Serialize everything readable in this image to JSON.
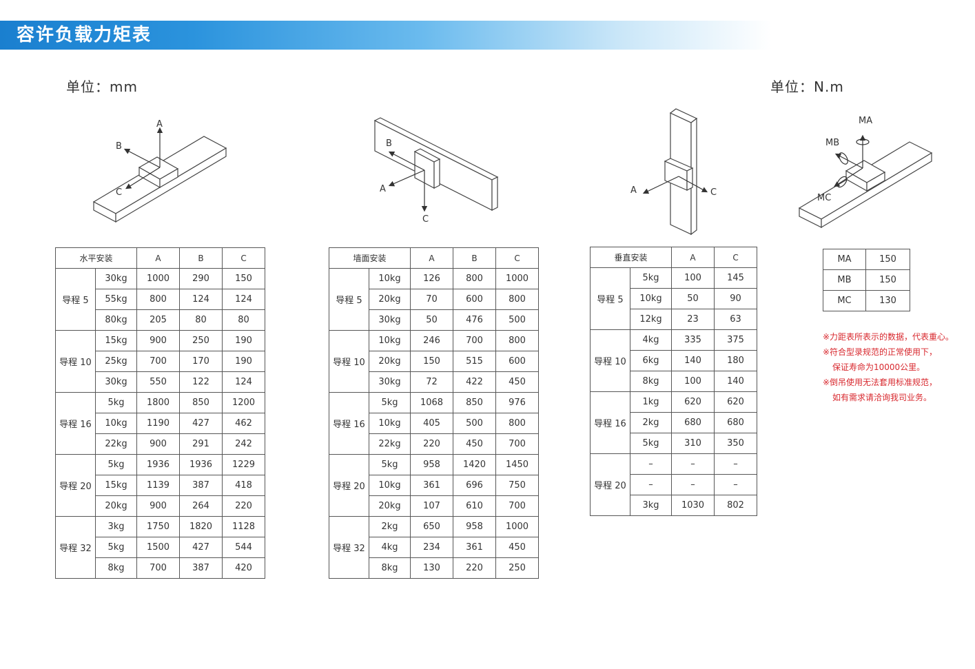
{
  "title": "容许负载力矩表",
  "unit_left": "单位：mm",
  "unit_right": "单位：N.m",
  "figures": {
    "horizontal": {
      "a": "A",
      "b": "B",
      "c": "C"
    },
    "wall": {
      "a": "A",
      "b": "B",
      "c": "C"
    },
    "vertical": {
      "a": "A",
      "c": "C"
    },
    "moment": {
      "ma": "MA",
      "mb": "MB",
      "mc": "MC"
    }
  },
  "tables": {
    "horizontal": {
      "header": [
        "水平安装",
        "A",
        "B",
        "C"
      ],
      "groups": [
        {
          "lead": "导程 5",
          "rows": [
            [
              "30kg",
              "1000",
              "290",
              "150"
            ],
            [
              "55kg",
              "800",
              "124",
              "124"
            ],
            [
              "80kg",
              "205",
              "80",
              "80"
            ]
          ]
        },
        {
          "lead": "导程 10",
          "rows": [
            [
              "15kg",
              "900",
              "250",
              "190"
            ],
            [
              "25kg",
              "700",
              "170",
              "190"
            ],
            [
              "30kg",
              "550",
              "122",
              "124"
            ]
          ]
        },
        {
          "lead": "导程 16",
          "rows": [
            [
              "5kg",
              "1800",
              "850",
              "1200"
            ],
            [
              "10kg",
              "1190",
              "427",
              "462"
            ],
            [
              "22kg",
              "900",
              "291",
              "242"
            ]
          ]
        },
        {
          "lead": "导程 20",
          "rows": [
            [
              "5kg",
              "1936",
              "1936",
              "1229"
            ],
            [
              "15kg",
              "1139",
              "387",
              "418"
            ],
            [
              "20kg",
              "900",
              "264",
              "220"
            ]
          ]
        },
        {
          "lead": "导程 32",
          "rows": [
            [
              "3kg",
              "1750",
              "1820",
              "1128"
            ],
            [
              "5kg",
              "1500",
              "427",
              "544"
            ],
            [
              "8kg",
              "700",
              "387",
              "420"
            ]
          ]
        }
      ]
    },
    "wall": {
      "header": [
        "墙面安装",
        "A",
        "B",
        "C"
      ],
      "groups": [
        {
          "lead": "导程 5",
          "rows": [
            [
              "10kg",
              "126",
              "800",
              "1000"
            ],
            [
              "20kg",
              "70",
              "600",
              "800"
            ],
            [
              "30kg",
              "50",
              "476",
              "500"
            ]
          ]
        },
        {
          "lead": "导程 10",
          "rows": [
            [
              "10kg",
              "246",
              "700",
              "800"
            ],
            [
              "20kg",
              "150",
              "515",
              "600"
            ],
            [
              "30kg",
              "72",
              "422",
              "450"
            ]
          ]
        },
        {
          "lead": "导程 16",
          "rows": [
            [
              "5kg",
              "1068",
              "850",
              "976"
            ],
            [
              "10kg",
              "405",
              "500",
              "800"
            ],
            [
              "22kg",
              "220",
              "450",
              "700"
            ]
          ]
        },
        {
          "lead": "导程 20",
          "rows": [
            [
              "5kg",
              "958",
              "1420",
              "1450"
            ],
            [
              "10kg",
              "361",
              "696",
              "750"
            ],
            [
              "20kg",
              "107",
              "610",
              "700"
            ]
          ]
        },
        {
          "lead": "导程 32",
          "rows": [
            [
              "2kg",
              "650",
              "958",
              "1000"
            ],
            [
              "4kg",
              "234",
              "361",
              "450"
            ],
            [
              "8kg",
              "130",
              "220",
              "250"
            ]
          ]
        }
      ]
    },
    "vertical": {
      "header": [
        "垂直安装",
        "A",
        "C"
      ],
      "groups": [
        {
          "lead": "导程 5",
          "rows": [
            [
              "5kg",
              "100",
              "145"
            ],
            [
              "10kg",
              "50",
              "90"
            ],
            [
              "12kg",
              "23",
              "63"
            ]
          ]
        },
        {
          "lead": "导程 10",
          "rows": [
            [
              "4kg",
              "335",
              "375"
            ],
            [
              "6kg",
              "140",
              "180"
            ],
            [
              "8kg",
              "100",
              "140"
            ]
          ]
        },
        {
          "lead": "导程 16",
          "rows": [
            [
              "1kg",
              "620",
              "620"
            ],
            [
              "2kg",
              "680",
              "680"
            ],
            [
              "5kg",
              "310",
              "350"
            ]
          ]
        },
        {
          "lead": "导程 20",
          "rows": [
            [
              "–",
              "–",
              "–"
            ],
            [
              "–",
              "–",
              "–"
            ],
            [
              "3kg",
              "1030",
              "802"
            ]
          ]
        }
      ]
    },
    "moment": {
      "rows": [
        [
          "MA",
          "150"
        ],
        [
          "MB",
          "150"
        ],
        [
          "MC",
          "130"
        ]
      ]
    }
  },
  "notes": [
    "※力距表所表示的数据，代表重心。",
    "※符合型录规范的正常使用下，",
    "保证寿命为10000公里。",
    "※倒吊使用无法套用标准规范，",
    "如有需求请洽询我司业务。"
  ]
}
